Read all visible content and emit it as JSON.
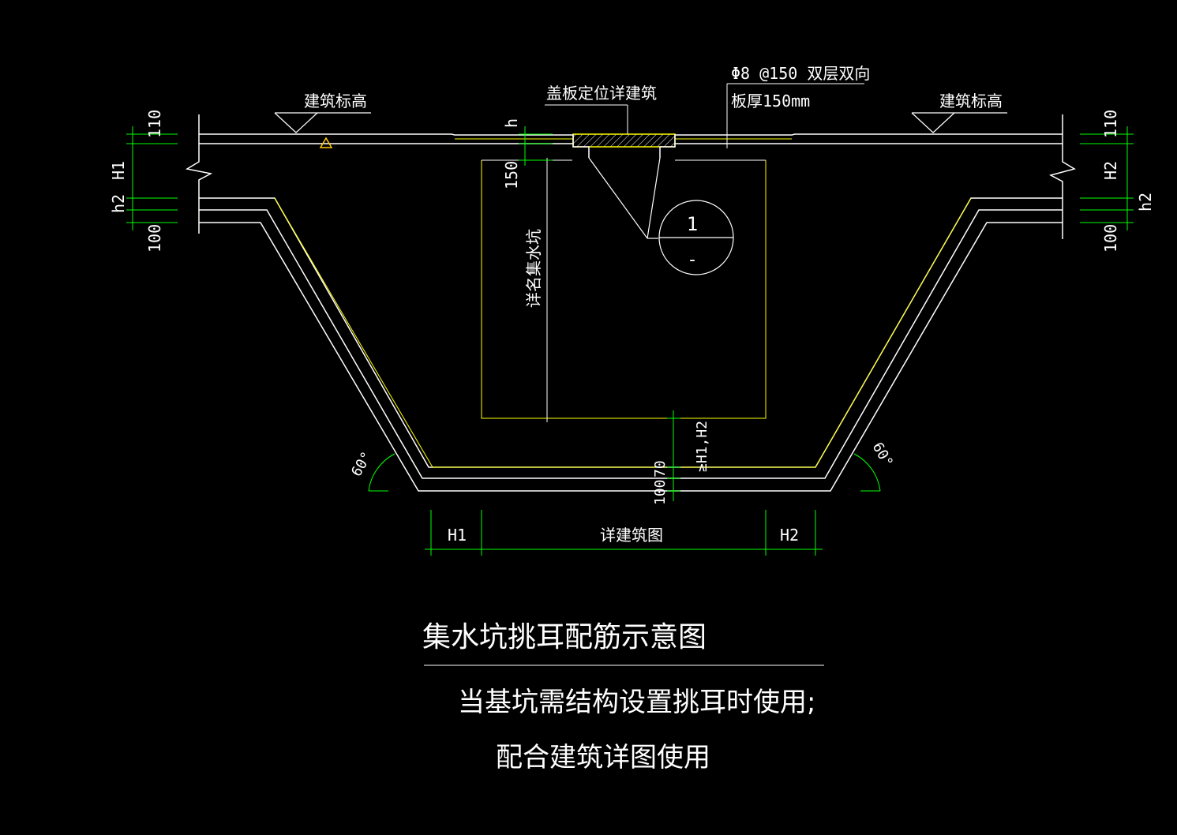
{
  "labels": {
    "elev_left": "建筑标高",
    "elev_right": "建筑标高",
    "cover_note": "盖板定位详建筑",
    "rebar_note": "Φ8 @150 双层双向",
    "slab_note": "板厚150mm",
    "h": "h",
    "dim_150": "150",
    "pit_note": "详名集水坑",
    "left_110": "110",
    "left_H1": "H1",
    "left_h2": "h2",
    "left_100": "100",
    "right_110": "110",
    "right_H2": "H2",
    "right_h2": "h2",
    "right_100": "100",
    "ge_h1h2": "≥H1,H2",
    "dim_70": "70",
    "dim_100b": "100",
    "angle_left": "60°",
    "angle_right": "60°",
    "bottom_H1": "H1",
    "bottom_detail": "详建筑图",
    "bottom_H2": "H2",
    "section_num": "1",
    "section_sub": "-"
  },
  "caption": {
    "title": "集水坑挑耳配筋示意图",
    "line1": "当基坑需结构设置挑耳时使用;",
    "line2": "配合建筑详图使用"
  },
  "colors": {
    "background": "#000000",
    "line_white": "#ffffff",
    "line_yellow": "#ffff00",
    "dim_green": "#00ff00",
    "elev_marker": "#ffcc00"
  }
}
